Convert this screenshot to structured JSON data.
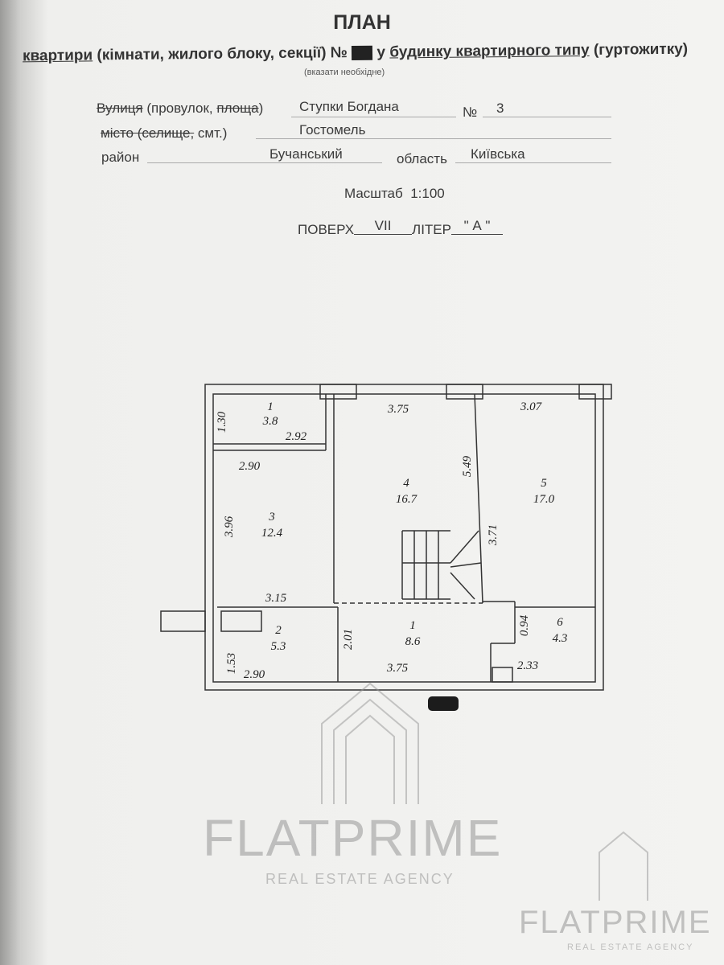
{
  "header": {
    "title": "ПЛАН",
    "subtitle_struck": "квартири",
    "subtitle_rest": " (кімнати, жилого блоку, секції) №",
    "subtitle_number": "",
    "subtitle_mid": "у",
    "subtitle_building": "будинку квартирного типу",
    "subtitle_end": "(гуртожитку)",
    "hint": "(вказати необхідне)"
  },
  "address": {
    "street_label_1": "Вулиця",
    "street_label_2": " (провулок, ",
    "street_label_3": "площа",
    "street_label_4": ")",
    "street_value": "Ступки Богдана",
    "number_label": "№",
    "number_value": "3",
    "city_label_struck": "місто (селище,",
    "city_label_rest": " смт.)",
    "city_value": "Гостомель",
    "district_label": "район",
    "district_value": "Бучанський",
    "region_label": "область",
    "region_value": "Київська"
  },
  "scale": {
    "label": "Масштаб",
    "value": "1:100"
  },
  "floor": {
    "label": "ПОВЕРХ",
    "value": "VII",
    "letter_label": "ЛІТЕР",
    "letter_value": "\" А \""
  },
  "plan": {
    "rooms": [
      {
        "num": "1",
        "area": "3.8"
      },
      {
        "num": "3",
        "area": "12.4"
      },
      {
        "num": "4",
        "area": "16.7"
      },
      {
        "num": "5",
        "area": "17.0"
      },
      {
        "num": "2",
        "area": "5.3"
      },
      {
        "num": "1",
        "area": "8.6"
      },
      {
        "num": "6",
        "area": "4.3"
      }
    ],
    "dims": [
      "1.30",
      "2.92",
      "3.75",
      "3.07",
      "2.90",
      "5.49",
      "3.96",
      "3.71",
      "3.15",
      "2.01",
      "0.94",
      "1.53",
      "2.90",
      "3.75",
      "2.33"
    ]
  },
  "watermark": {
    "brand": "FLATPRIME",
    "tagline": "REAL ESTATE AGENCY"
  }
}
